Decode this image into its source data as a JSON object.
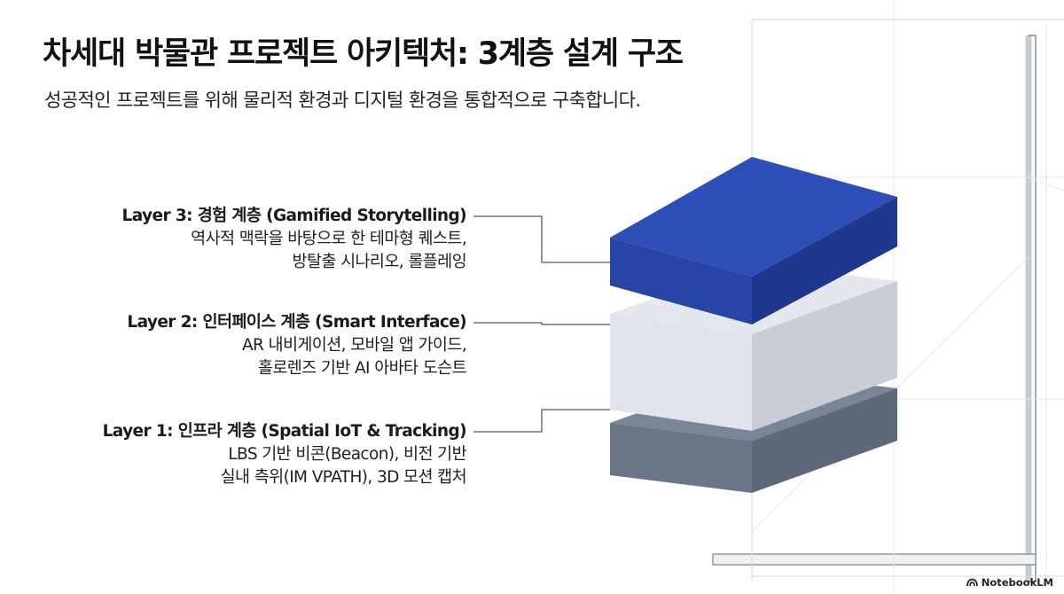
{
  "title": "차세대 박물관 프로젝트 아키텍처: 3계층 설계 구조",
  "subtitle": "성공적인 프로젝트를 위해 물리적 환경과 디지털 환경을 통합적으로 구축합니다.",
  "layers": [
    {
      "title": "Layer 3: 경험 계층 (Gamified Storytelling)",
      "lines": [
        "역사적 맥락을 바탕으로 한 테마형 퀘스트,",
        "방탈출 시나리오, 롤플레잉"
      ],
      "colors": {
        "top": "#2f4fb8",
        "front": "#2744a6",
        "side": "#1f388d"
      }
    },
    {
      "title": "Layer 2: 인터페이스 계층 (Smart Interface)",
      "lines": [
        "AR 내비게이션, 모바일 앱 가이드,",
        "홀로렌즈 기반 AI 아바타 도슨트"
      ],
      "colors": {
        "top": "#e4e7ec",
        "front": "#e1e4ea",
        "side": "#c9cdd6"
      }
    },
    {
      "title": "Layer 1: 인프라 계층 (Spatial IoT & Tracking)",
      "lines": [
        "LBS 기반 비콘(Beacon), 비전 기반",
        "실내 측위(IM VPATH), 3D 모션 캡처"
      ],
      "colors": {
        "top": "#7a8697",
        "front": "#6b7788",
        "side": "#5d6878"
      }
    }
  ],
  "footer": {
    "brand": "NotebookLM",
    "icon": "notebooklm-logo-icon"
  }
}
